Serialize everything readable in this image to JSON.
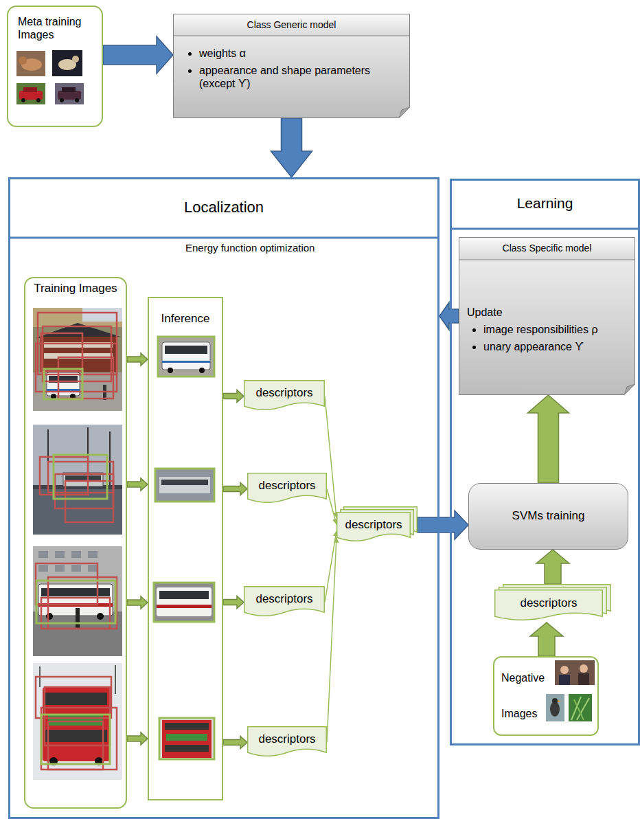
{
  "diagram": {
    "nodes": [
      {
        "text": [
          "Meta training Images"
        ]
      },
      {
        "text": [
          "Class Generic model",
          "weights α",
          "appearance and shape parameters (except ϒ)"
        ]
      },
      {
        "text": [
          "Localization",
          "Energy function optimization"
        ]
      },
      {
        "text": [
          "Training Images"
        ],
        "in": 2
      },
      {
        "text": [
          "Inference"
        ],
        "in": 2
      },
      {
        "text": [
          "descriptors"
        ],
        "in": 2
      },
      {
        "text": [
          "descriptors"
        ],
        "in": 2
      },
      {
        "text": [
          "descriptors"
        ],
        "in": 2
      },
      {
        "text": [
          "descriptors"
        ],
        "in": 2
      },
      {
        "text": [
          "descriptors"
        ],
        "in": 2
      },
      {
        "text": [
          "Learning"
        ]
      },
      {
        "text": [
          "Class Specific model",
          "Update",
          "image responsibilities ρ",
          "unary appearance ϒ"
        ],
        "in": 10
      },
      {
        "text": [
          "SVMs training"
        ],
        "in": 10
      },
      {
        "text": [
          "descriptors"
        ],
        "in": 10
      },
      {
        "text": [
          "Negative Images"
        ],
        "in": 10
      }
    ],
    "edges": [
      {
        "from": 0,
        "to": 1,
        "arrow": "to"
      },
      {
        "from": 1,
        "to": 2,
        "arrow": "to"
      },
      {
        "from": 3,
        "to": 4,
        "arrow": "to"
      },
      {
        "from": 3,
        "to": 4,
        "arrow": "to"
      },
      {
        "from": 3,
        "to": 4,
        "arrow": "to"
      },
      {
        "from": 3,
        "to": 4,
        "arrow": "to"
      },
      {
        "from": 4,
        "to": 5,
        "arrow": "to"
      },
      {
        "from": 4,
        "to": 6,
        "arrow": "to"
      },
      {
        "from": 4,
        "to": 7,
        "arrow": "to"
      },
      {
        "from": 4,
        "to": 8,
        "arrow": "to"
      },
      {
        "from": 5,
        "to": 9,
        "arrow": "to"
      },
      {
        "from": 6,
        "to": 9,
        "arrow": "to"
      },
      {
        "from": 7,
        "to": 9,
        "arrow": "to"
      },
      {
        "from": 8,
        "to": 9,
        "arrow": "to"
      },
      {
        "from": 9,
        "to": 12,
        "arrow": "to"
      },
      {
        "from": 14,
        "to": 13,
        "arrow": "to"
      },
      {
        "from": 13,
        "to": 12,
        "arrow": "to"
      },
      {
        "from": 12,
        "to": 11,
        "arrow": "to"
      },
      {
        "from": 11,
        "to": 2,
        "arrow": "to"
      }
    ]
  }
}
